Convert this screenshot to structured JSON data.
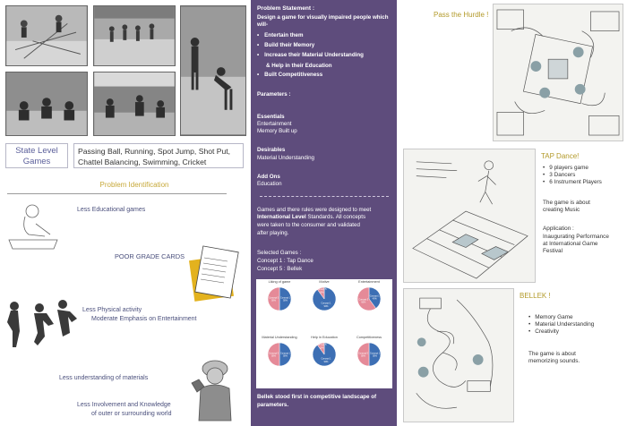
{
  "left": {
    "state_label": "State Level Games",
    "state_games": "Passing Ball, Running, Spot Jump, Shot Put, Chattel Balancing, Swimming, Cricket",
    "problem_identification": "Problem Identification",
    "problems": [
      "Less Educational games",
      "POOR GRADE CARDS",
      "Less Physical activity",
      "Moderate Emphasis on Entertainment",
      "Less understanding of materials",
      "Less Involvement and Knowledge",
      "of outer or surrounding world"
    ]
  },
  "middle": {
    "problem_statement_title": "Problem Statement :",
    "problem_statement": "Design a game for visually impaired people which will-",
    "goals": [
      "Entertain them",
      "Build their Memory",
      "Increase their Material Understanding",
      "& Help in their Education",
      "Built Competitiveness"
    ],
    "parameters_title": "Parameters :",
    "essentials_title": "Essentials",
    "essentials": [
      "Entertainment",
      "Memory Built up"
    ],
    "desirables_title": "Desirables",
    "desirables": [
      "Material Understanding"
    ],
    "addons_title": "Add Ons",
    "addons": [
      "Education"
    ],
    "games_text_1": "Games and there rules were designed to meet",
    "games_text_2_bold": "International Level",
    "games_text_2_rest": " Standards. All concepts",
    "games_text_3": "were taken to the consumer and validated",
    "games_text_4": "after playing.",
    "selected_title": "Selected Games :",
    "concept1": "Concept 1 :   Tap Dance",
    "concept5": "Concept 5 :   Bellek",
    "conclusion_1": "Bellek stood first in competitive landscape  of",
    "conclusion_2": "parameters."
  },
  "chart_data": [
    {
      "type": "pie",
      "title": "Liking of game",
      "slices": [
        {
          "name": "Concept 1",
          "label": "Concept 1\n50%",
          "value": 50
        },
        {
          "name": "Concept 5",
          "label": "Concept 5\n50%",
          "value": 50
        }
      ]
    },
    {
      "type": "pie",
      "title": "Motive",
      "slices": [
        {
          "name": "Concept 1",
          "label": "Concept 1\n90%",
          "value": 90
        },
        {
          "name": "Concept 5",
          "label": "Concept 5\n10%",
          "value": 10
        }
      ]
    },
    {
      "type": "pie",
      "title": "Entertainment",
      "slices": [
        {
          "name": "Concept 1",
          "label": "Concept 1\n40%",
          "value": 40
        },
        {
          "name": "Concept 5",
          "label": "Concept 5\n60%",
          "value": 60
        }
      ]
    },
    {
      "type": "pie",
      "title": "Material Understanding",
      "slices": [
        {
          "name": "Concept 1",
          "label": "Concept 1\n50%",
          "value": 50
        },
        {
          "name": "Concept 5",
          "label": "Concept 5\n50%",
          "value": 50
        }
      ]
    },
    {
      "type": "pie",
      "title": "Help in Education",
      "slices": [
        {
          "name": "Concept 1",
          "label": "Concept 1\n90%",
          "value": 90
        },
        {
          "name": "Concept 5",
          "label": "Concept 5\n10%",
          "value": 10
        }
      ]
    },
    {
      "type": "pie",
      "title": "Competitiveness",
      "slices": [
        {
          "name": "Concept 1",
          "label": "Concept 1\n50%",
          "value": 50
        },
        {
          "name": "Concept 5",
          "label": "Concept 5\n50%",
          "value": 50
        }
      ]
    }
  ],
  "right": {
    "hurdle_title": "Pass the Hurdle !",
    "tap_title": "TAP Dance!",
    "tap_list": [
      "9 players game",
      "3 Dancers",
      "6 Instrument Players"
    ],
    "tap_about_1": "The game is about",
    "tap_about_2": "creating Music",
    "tap_app_title": "Application :",
    "tap_app_1": "Inaugurating Performance",
    "tap_app_2": "at International Game",
    "tap_app_3": "Festival",
    "bellek_title": "BELLEK !",
    "bellek_list": [
      "Memory Game",
      "Material Understanding",
      "Creativity"
    ],
    "bellek_about_1": "The game is about",
    "bellek_about_2": "memorizing sounds."
  },
  "colors": {
    "panel": "#5e4c7c",
    "pie_blue": "#3d6fb4",
    "pie_pink": "#e58a98",
    "title_gold": "#c7a93a"
  }
}
